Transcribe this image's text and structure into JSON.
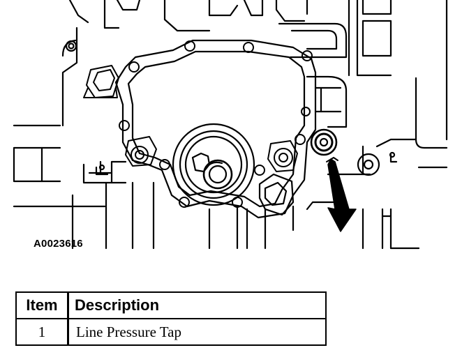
{
  "figure": {
    "id": "A0023616",
    "callout": "arrow-pointing-to-line-pressure-tap"
  },
  "legend": {
    "headers": {
      "item": "Item",
      "description": "Description"
    },
    "rows": [
      {
        "item": "1",
        "description": "Line Pressure Tap"
      }
    ]
  },
  "colors": {
    "ink": "#000000",
    "paper": "#ffffff"
  }
}
